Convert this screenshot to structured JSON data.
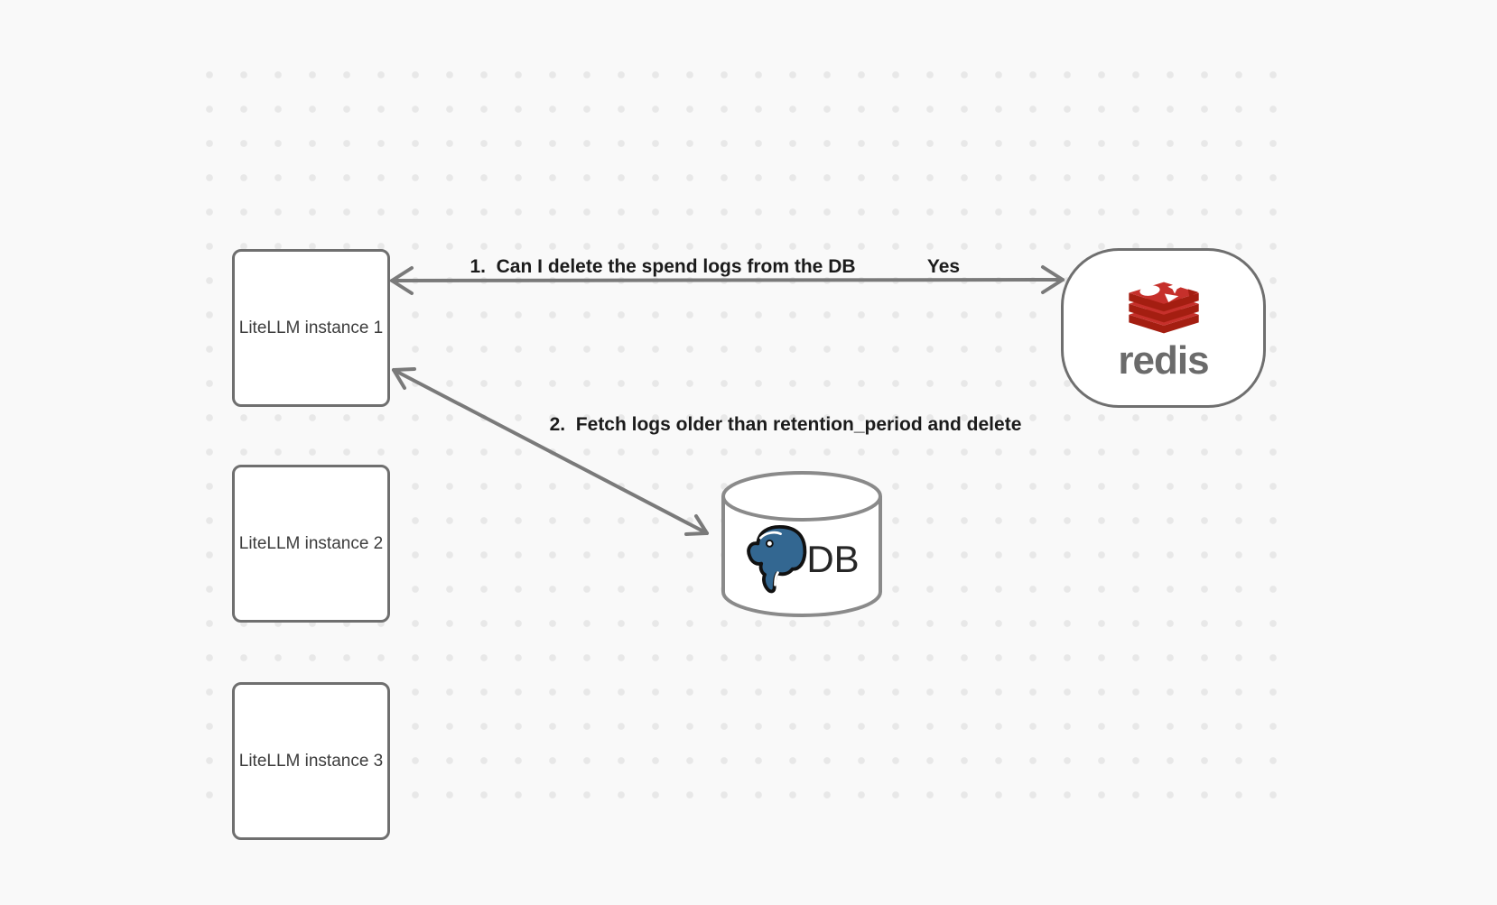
{
  "colors": {
    "background": "#f9f9f9",
    "dot": "#e8e8e8",
    "node_border": "#6f6f6f",
    "node_text": "#3c3c3c",
    "arrow": "#7a7a7a",
    "label_text": "#1b1b1b",
    "redis_red": "#c6302b",
    "redis_dark_red": "#a41e11",
    "redis_wordmark": "#6b6b6b",
    "postgres_blue": "#336791",
    "db_text": "#262626",
    "cylinder_stroke": "#8a8a8a"
  },
  "nodes": {
    "litellm_instances": [
      {
        "label": "LiteLLM instance 1"
      },
      {
        "label": "LiteLLM instance 2"
      },
      {
        "label": "LiteLLM instance 3"
      }
    ],
    "redis": {
      "wordmark": "redis"
    },
    "db": {
      "label": "DB"
    }
  },
  "edges": {
    "redis_litellm": {
      "label": "1.  Can I delete the spend logs from the DB",
      "response_label": "Yes"
    },
    "litellm_db": {
      "label": "2.  Fetch logs older than retention_period and delete"
    }
  }
}
